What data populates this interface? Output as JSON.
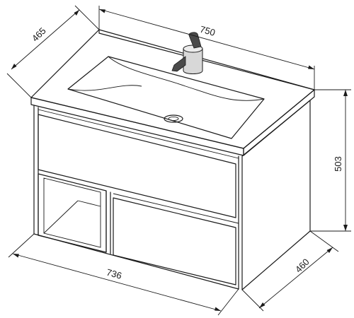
{
  "dimensions": {
    "top_width": "750",
    "top_depth": "465",
    "height": "503",
    "body_depth": "460",
    "body_width": "736"
  },
  "colors": {
    "line": "#1a1a1a",
    "faucet_light": "#d8d8d8",
    "faucet_dark": "#4a4a4a",
    "background": "#ffffff"
  }
}
